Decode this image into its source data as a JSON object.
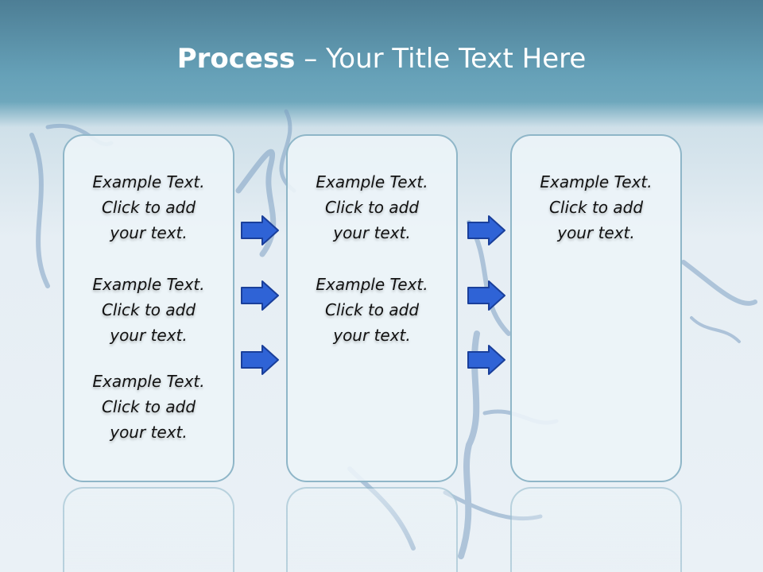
{
  "title": {
    "strong": "Process",
    "rest": " – Your Title Text Here"
  },
  "panels": [
    {
      "items": [
        {
          "line1": "Example Text.",
          "line2": "Click  to add",
          "line3": "your text."
        },
        {
          "line1": "Example Text.",
          "line2": "Click  to add",
          "line3": "your text."
        },
        {
          "line1": "Example Text.",
          "line2": "Click  to add",
          "line3": "your text."
        }
      ]
    },
    {
      "items": [
        {
          "line1": "Example Text.",
          "line2": "Click  to add",
          "line3": "your text."
        },
        {
          "line1": "Example Text.",
          "line2": "Click  to add",
          "line3": "your text."
        }
      ]
    },
    {
      "items": [
        {
          "line1": "Example Text.",
          "line2": "Click  to add",
          "line3": "your text."
        }
      ]
    }
  ],
  "colors": {
    "arrow_fill": "#2f63d6",
    "arrow_stroke": "#1a3f9a",
    "panel_border": "#8fb6c8",
    "title_text": "#ffffff"
  },
  "icons": [
    "arrow-right-icon"
  ]
}
